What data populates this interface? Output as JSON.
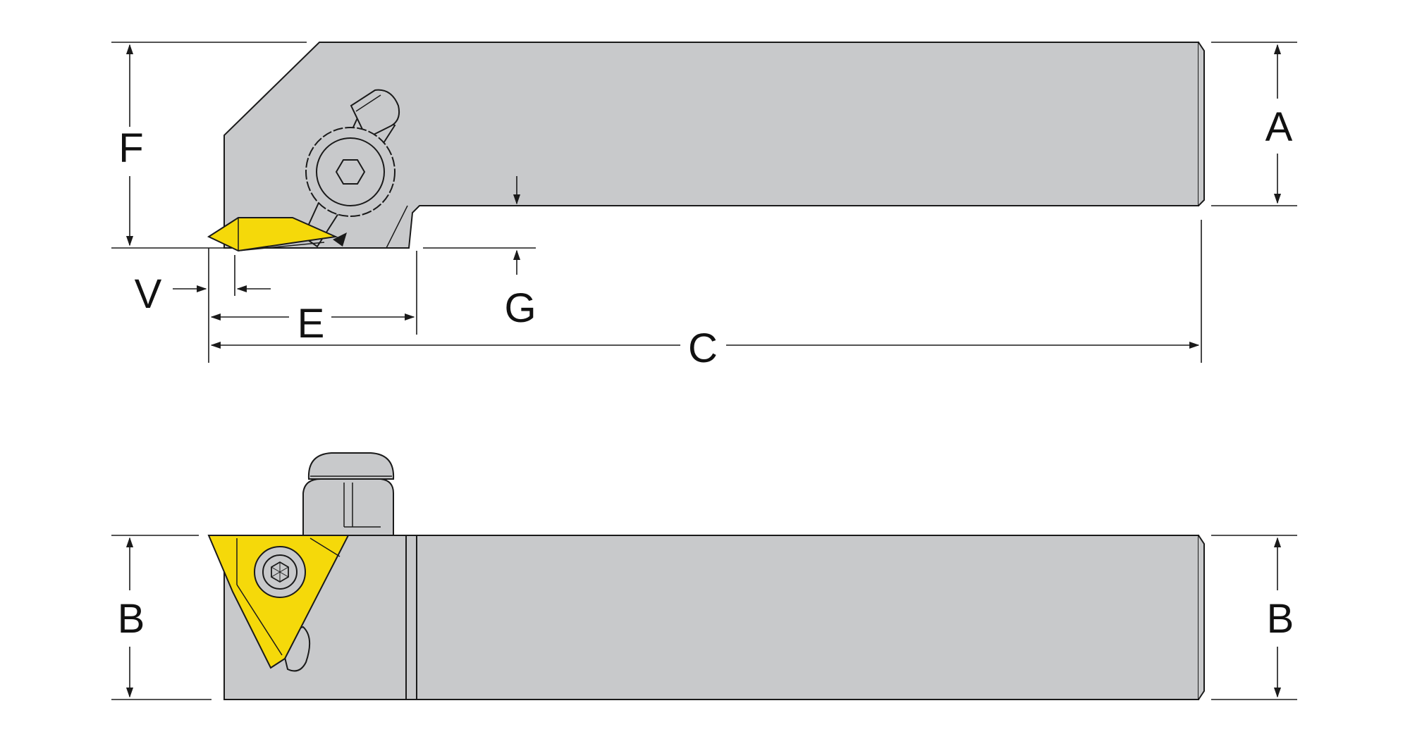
{
  "colors": {
    "body": "#c8c9cb",
    "insert": "#f5d90a",
    "outline": "#1a1a1a",
    "background": "#ffffff"
  },
  "labels": {
    "A": "A",
    "F": "F",
    "V": "V",
    "E": "E",
    "G": "G",
    "C": "C",
    "B_left": "B",
    "B_right": "B"
  }
}
